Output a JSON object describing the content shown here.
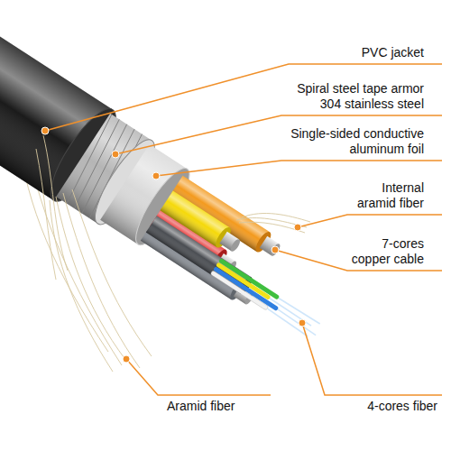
{
  "diagram": {
    "labels": [
      "PVC jacket",
      "Spiral steel tape armor 304 stainless steel",
      "Single-sided conductive aluminum foil",
      "Internal aramid fiber",
      "7-cores copper cable",
      "Aramid fiber",
      "4-cores fiber"
    ]
  }
}
